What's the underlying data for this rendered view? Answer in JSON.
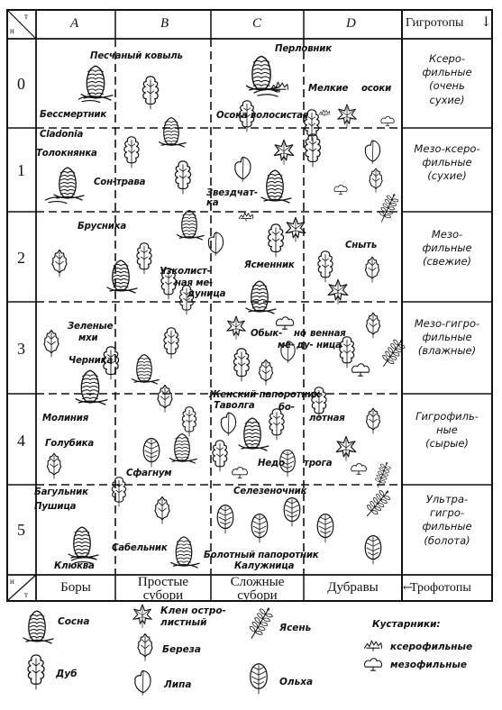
{
  "header": {
    "corner_top": "т",
    "corner_bottom": "н",
    "columns": [
      "A",
      "B",
      "C",
      "D"
    ],
    "right_title": "Гигротопы",
    "right_arrow": "↓"
  },
  "rows": [
    "0",
    "1",
    "2",
    "3",
    "4",
    "5"
  ],
  "hygrotopes": [
    "Ксеро-\nфильные\n(очень\nсухие)",
    "Мезо-ксеро-\nфильные\n(сухие)",
    "Мезо-\nфильные\n(свежие)",
    "Мезо-гигро-\nфильные\n(влажные)",
    "Гигрофиль-\nные\n(сырые)",
    "Ультра-\nгигро-\nфильные\n(болота)"
  ],
  "footer": {
    "corner_top": "н",
    "corner_bottom": "т",
    "columns": [
      "Боры",
      "Простые\nсубори",
      "Сложные\nсубори",
      "Дубравы"
    ],
    "right_title": "Трофотопы",
    "right_arrow": "←"
  },
  "species": {
    "pesch_kovyl": "Песчаный ковыль",
    "bessmertnik": "Бессмертник",
    "perlovnik": "Перловник",
    "melkie": "Мелкие",
    "osoki": "осоки",
    "osoka_volos": "Осока волосистая",
    "cladonia": "Cladonia",
    "tolokn": "Толокнянка",
    "son_trava": "Сон-трава",
    "zvezdch1": "Звездчат-",
    "zvezdch2": "ка",
    "brusnika": "Брусника",
    "uzkol1": "Узколист-",
    "uzkol2": "ная ме-",
    "uzkol3": "дуница",
    "yasmennik": "Ясменник",
    "snyt": "Сныть",
    "zelenye": "Зеленые",
    "mhi": "мхи",
    "chernika": "Черника",
    "obyk1": "Обык-",
    "obyk2": "но",
    "obyk3": "венная",
    "obyk4": "ме-",
    "obyk5": "ду-",
    "obyk6": "ница",
    "zhensk": "Женский папоротник",
    "tavolga1": "Таволга",
    "tavolga2": "бо-",
    "tavolga3": "лотная",
    "moliniya": "Молиния",
    "golubika": "Голубика",
    "sfagnum": "Сфагнум",
    "nedotroga1": "Недо",
    "nedotroga2": "трога",
    "bagulnik": "Багульник",
    "pushitsa": "Пушица",
    "kluyva": "Клюква",
    "sabelnik": "Сабельник",
    "selezen": "Селезеночник",
    "bolot_pap": "Болотный папоротник",
    "kaluzh": "Калужница"
  },
  "legend": {
    "sosna": "Сосна",
    "dub": "Дуб",
    "klen1": "Клен остро-",
    "klen2": "листный",
    "bereza": "Береза",
    "lipa": "Липа",
    "yasen": "Ясень",
    "olkha": "Ольха",
    "kust_title": "Кустарники:",
    "kust_xero": "ксерофильные",
    "kust_mezo": "мезофильные"
  }
}
